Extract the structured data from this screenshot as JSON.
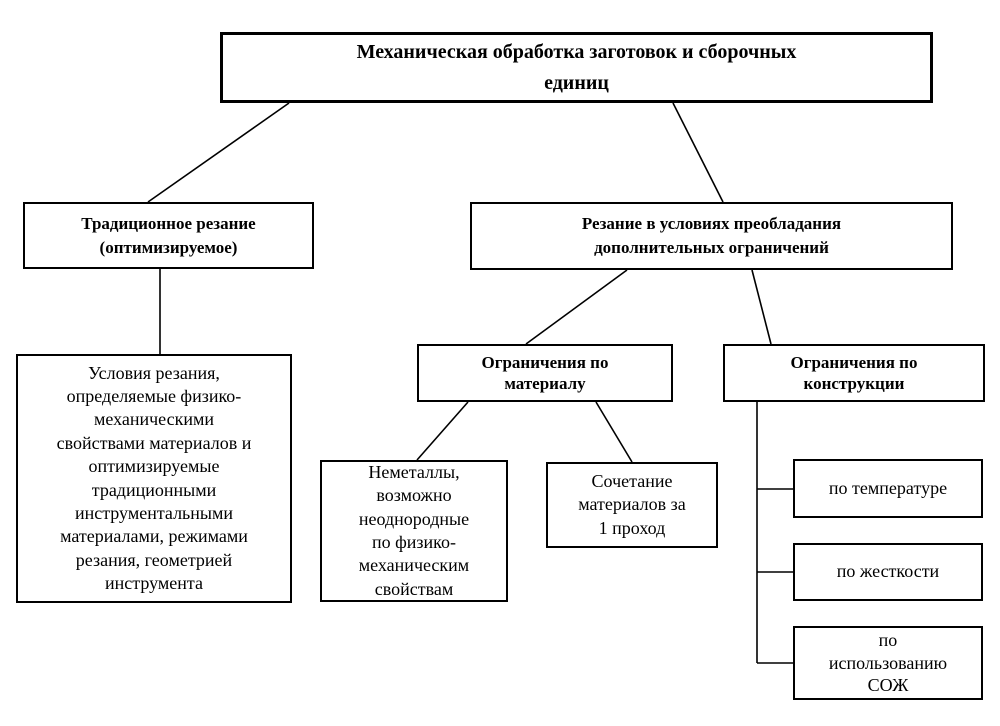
{
  "diagram": {
    "background": "#ffffff",
    "line_color": "#000000",
    "nodes": {
      "title": {
        "label": "Механическая обработка заготовок и сборочных\nединиц"
      },
      "traditional": {
        "label": "Традиционное резание\n(оптимизируемое)"
      },
      "constrained": {
        "label": "Резание в условиях преобладания\nдополнительных ограничений"
      },
      "conditions": {
        "label": "Условия резания,\nопределяемые физико-\nмеханическими\nсвойствами материалов и\nоптимизируемые\nтрадиционными\nинструментальными\nматериалами, режимами\nрезания, геометрией\nинструмента"
      },
      "material_constraints": {
        "label": "Ограничения по\nматериалу"
      },
      "design_constraints": {
        "label": "Ограничения по\nконструкции"
      },
      "nonmetals": {
        "label": "Неметаллы,\nвозможно\nнеоднородные\nпо физико-\nмеханическим\nсвойствам"
      },
      "combination": {
        "label": "Сочетание\nматериалов за\n1 проход"
      },
      "temperature": {
        "label": "по температуре"
      },
      "rigidity": {
        "label": "по жесткости"
      },
      "coolant": {
        "label": "по\nиспользованию\nСОЖ"
      }
    },
    "edges": [
      [
        289,
        103,
        148,
        202
      ],
      [
        673,
        103,
        723,
        202
      ],
      [
        160,
        269,
        160,
        354
      ],
      [
        627,
        270,
        526,
        344
      ],
      [
        752,
        270,
        771,
        344
      ],
      [
        468,
        402,
        417,
        460
      ],
      [
        596,
        402,
        632,
        462
      ],
      [
        757,
        402,
        757,
        663
      ],
      [
        757,
        489,
        794,
        489
      ],
      [
        757,
        572,
        794,
        572
      ],
      [
        757,
        663,
        794,
        663
      ]
    ]
  }
}
